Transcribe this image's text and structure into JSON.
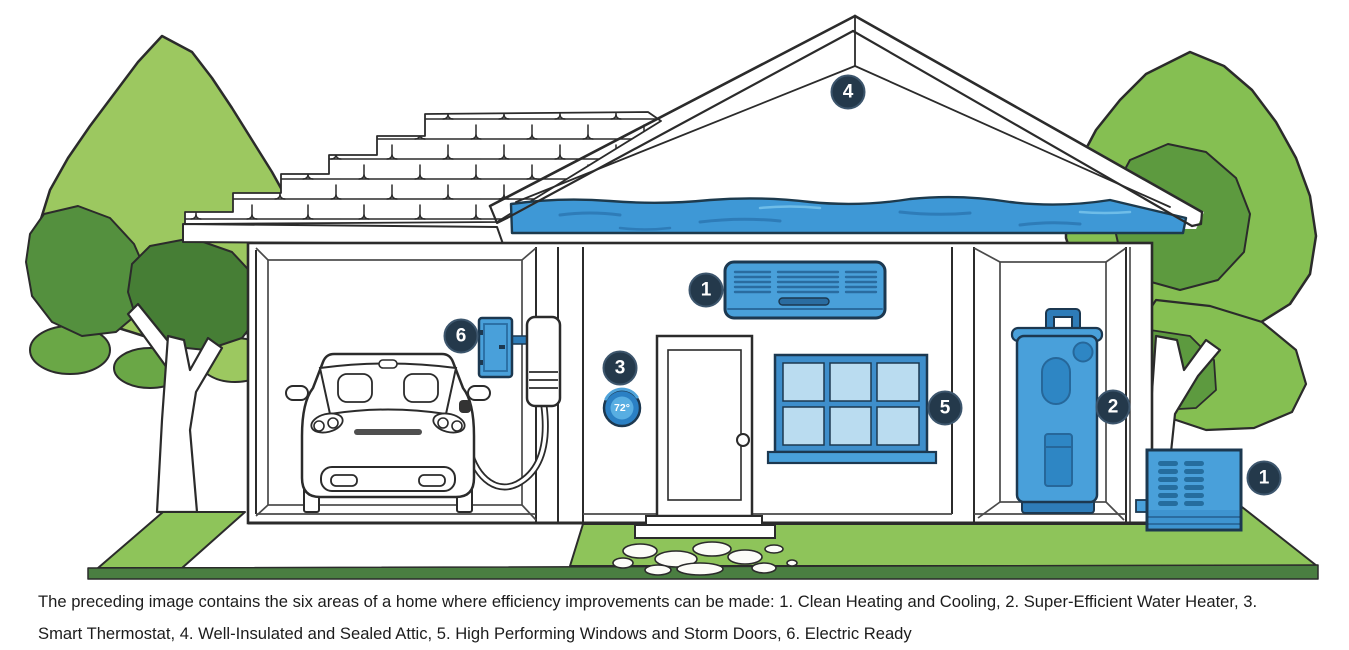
{
  "figure": {
    "description": "Cutaway illustration of a home showing six numbered energy-efficiency improvement areas",
    "thermostat": {
      "reading": "72°"
    },
    "badges": {
      "heating_cooling_indoor": "1",
      "water_heater": "2",
      "thermostat": "3",
      "attic": "4",
      "windows": "5",
      "electric_ready": "6",
      "heating_cooling_outdoor": "1"
    },
    "areas": [
      {
        "number": "1",
        "label": "Clean Heating and Cooling"
      },
      {
        "number": "2",
        "label": "Super-Efficient Water Heater"
      },
      {
        "number": "3",
        "label": "Smart Thermostat"
      },
      {
        "number": "4",
        "label": "Well-Insulated and Sealed Attic"
      },
      {
        "number": "5",
        "label": "High Performing Windows and Storm Doors"
      },
      {
        "number": "6",
        "label": "Electric Ready"
      }
    ],
    "colors": {
      "appliance_blue": "#49a0da",
      "accent_blue": "#2e7cb8",
      "insulation_blue": "#3e98d6",
      "window_pane_blue": "#badcf0",
      "badge_navy": "#24394b",
      "grass_green": "#8ec45a",
      "grass_edge_dark": "#4a7e41",
      "tree_light_green": "#9cc860",
      "tree_mid_green": "#6aa746",
      "tree_dark_green": "#467e35"
    }
  },
  "caption": {
    "text": "The preceding image contains the six areas of a home where efficiency improvements can be made: 1. Clean Heating and Cooling, 2. Super-Efficient Water Heater, 3. Smart Thermostat, 4. Well-Insulated and Sealed Attic, 5. High Performing Windows and Storm Doors, 6. Electric Ready"
  }
}
